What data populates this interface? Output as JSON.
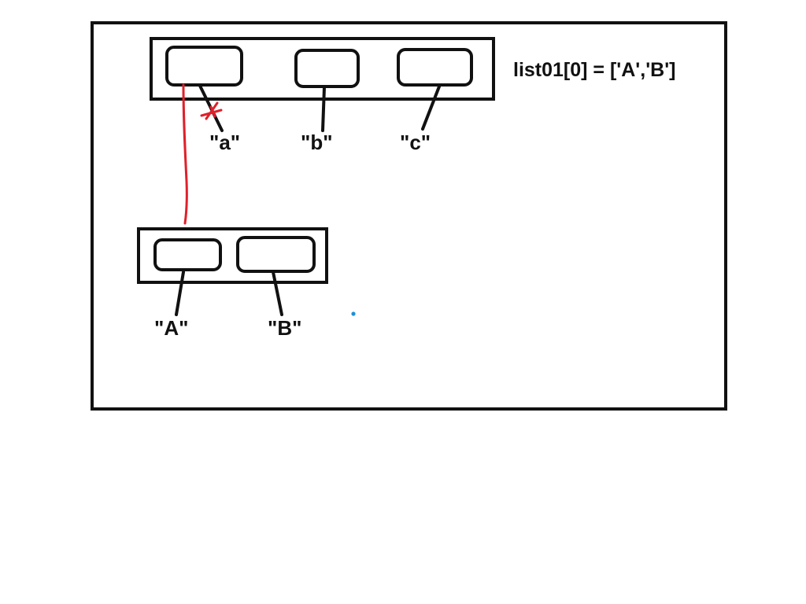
{
  "code_annotation": "list01[0] = ['A','B']",
  "outer_list": {
    "element_labels": [
      "\"a\"",
      "\"b\"",
      "\"c\""
    ]
  },
  "inner_list": {
    "element_labels": [
      "\"A\"",
      "\"B\""
    ]
  },
  "colors": {
    "ink": "#111111",
    "reference_line": "#e0202a",
    "dot": "#1e90d8",
    "background": "#ffffff"
  }
}
